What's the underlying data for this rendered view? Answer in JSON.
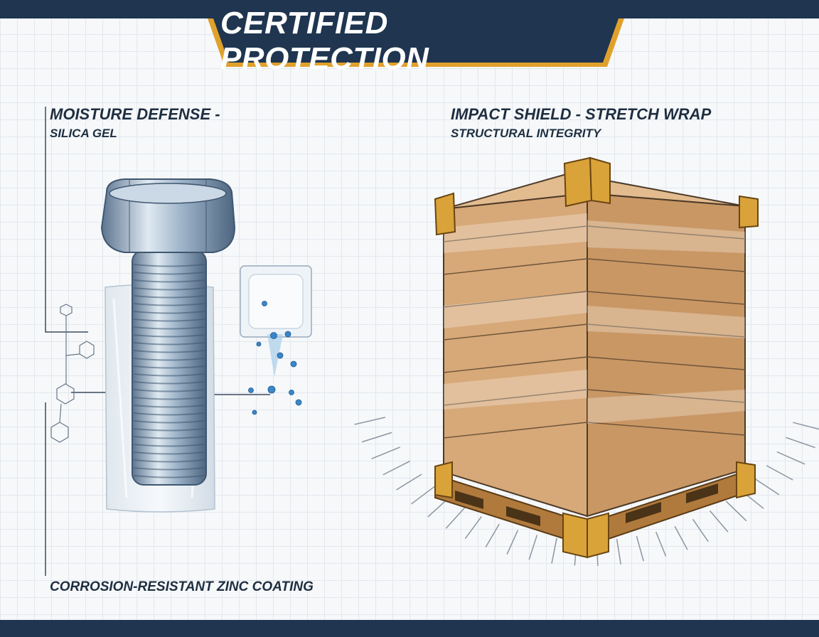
{
  "banner": {
    "title": "CERTIFIED PROTECTION",
    "color_dark": "#1f3550",
    "color_accent": "#e0a12c"
  },
  "left_panel": {
    "title": "MOISTURE DEFENSE -",
    "subtitle": "SILICA GEL",
    "callout": "CORROSION-RESISTANT ZINC COATING",
    "icons": [
      "molecule-diagram-icon",
      "bolt-illustration",
      "silica-gel-packet-icon",
      "water-droplet-icon"
    ]
  },
  "right_panel": {
    "title": "IMPACT SHIELD - STRETCH WRAP",
    "subtitle": "STRUCTURAL INTEGRITY",
    "icons": [
      "wrapped-pallet-illustration",
      "corner-protector-icon",
      "wooden-pallet-icon"
    ]
  },
  "colors": {
    "text": "#1e2e40",
    "cardboard": "#d7a878",
    "corner_guard": "#d9a33a",
    "steel": "#8fa6bd"
  }
}
